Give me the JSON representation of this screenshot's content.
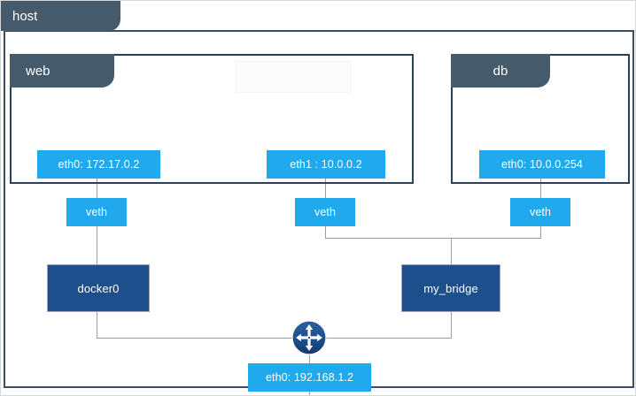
{
  "host": {
    "tab_label": "host"
  },
  "containers": [
    {
      "id": "web",
      "tab_label": "web"
    },
    {
      "id": "db",
      "tab_label": "db"
    }
  ],
  "interfaces": [
    {
      "id": "web-eth0",
      "label": "eth0: 172.17.0.2"
    },
    {
      "id": "web-eth1",
      "label": "eth1 : 10.0.0.2"
    },
    {
      "id": "db-eth0",
      "label": "eth0: 10.0.0.254"
    },
    {
      "id": "host-eth0",
      "label": "eth0: 192.168.1.2"
    }
  ],
  "veths": [
    {
      "id": "veth-left",
      "label": "veth"
    },
    {
      "id": "veth-middle",
      "label": "veth"
    },
    {
      "id": "veth-right",
      "label": "veth"
    }
  ],
  "bridges": [
    {
      "id": "docker0",
      "label": "docker0"
    },
    {
      "id": "my_bridge",
      "label": "my_bridge"
    }
  ],
  "icons": {
    "router": "router-icon"
  },
  "colors": {
    "tab_slate": "#455a6b",
    "host_border": "#3c4f62",
    "container_border": "#2b3f57",
    "interface_blue": "#21a9ed",
    "bridge_blue": "#1d4f8c",
    "line_gray": "#9e9e9e",
    "page_background": "#ffffff"
  }
}
